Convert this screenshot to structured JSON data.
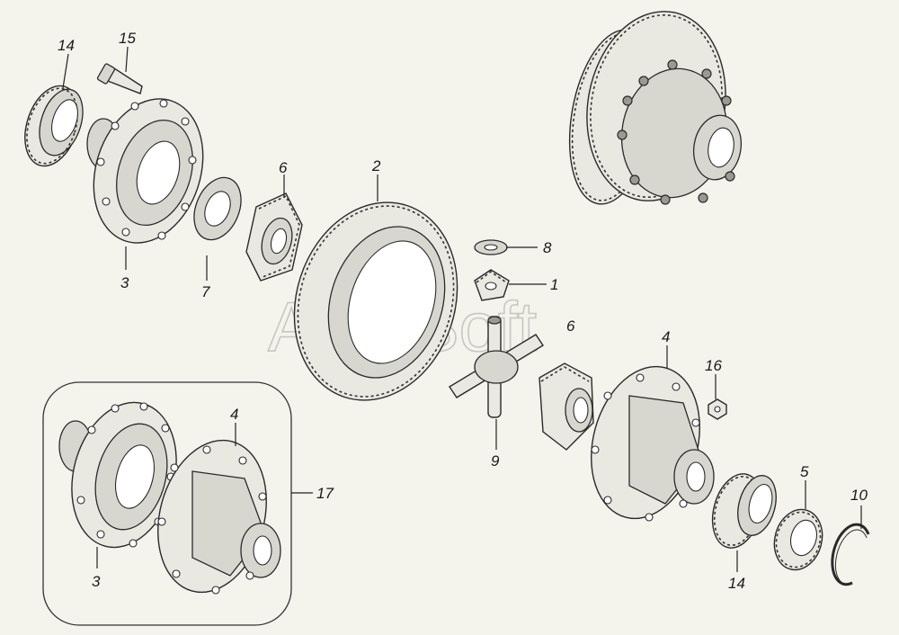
{
  "watermark": "AutoSoft",
  "labels": [
    {
      "id": "14a",
      "text": "14"
    },
    {
      "id": "15",
      "text": "15"
    },
    {
      "id": "3a",
      "text": "3"
    },
    {
      "id": "7",
      "text": "7"
    },
    {
      "id": "6a",
      "text": "6"
    },
    {
      "id": "2",
      "text": "2"
    },
    {
      "id": "8",
      "text": "8"
    },
    {
      "id": "1",
      "text": "1"
    },
    {
      "id": "6b",
      "text": "6"
    },
    {
      "id": "4a",
      "text": "4"
    },
    {
      "id": "16",
      "text": "16"
    },
    {
      "id": "9",
      "text": "9"
    },
    {
      "id": "5",
      "text": "5"
    },
    {
      "id": "10",
      "text": "10"
    },
    {
      "id": "14b",
      "text": "14"
    },
    {
      "id": "4b",
      "text": "4"
    },
    {
      "id": "17",
      "text": "17"
    },
    {
      "id": "3b",
      "text": "3"
    }
  ],
  "colors": {
    "background": "#f4f3ec",
    "line": "#222222",
    "watermark": "#b9b9b3"
  }
}
